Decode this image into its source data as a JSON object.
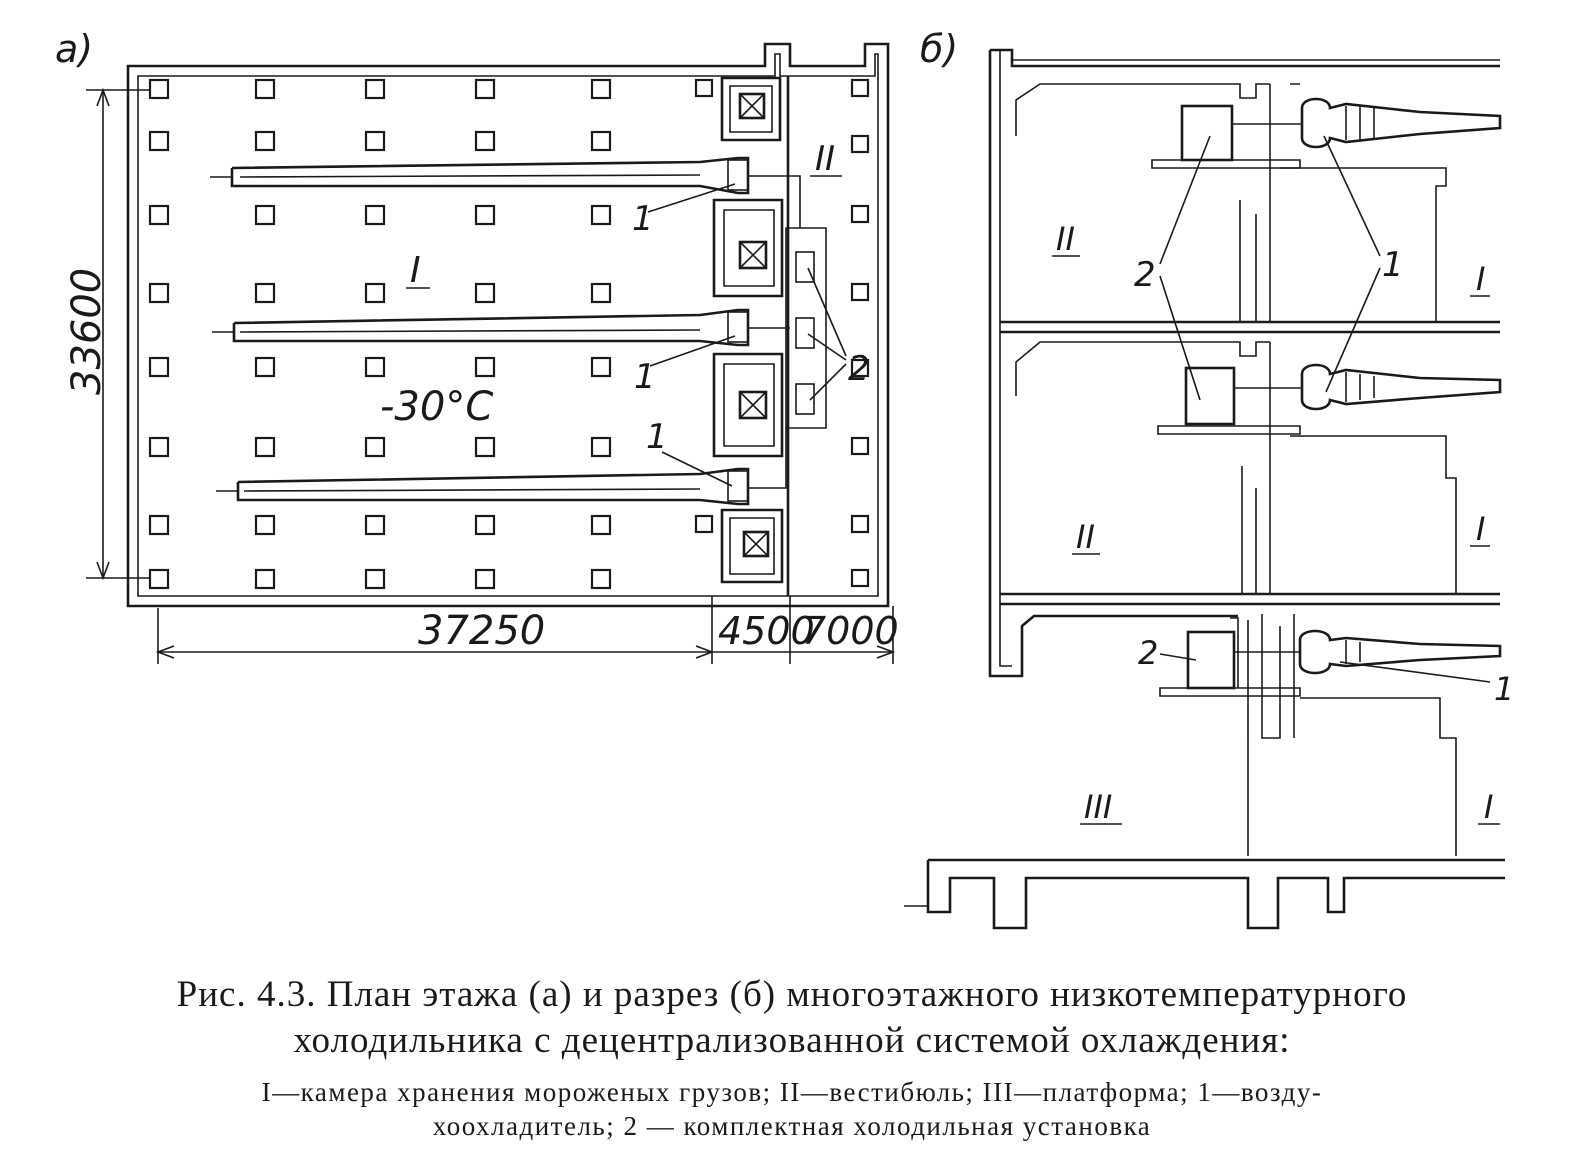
{
  "panel_a": {
    "label": "а)",
    "room_label": "I",
    "vestibule_label": "II",
    "temperature": "-30°C",
    "dim_height": "33600",
    "dim_width_main": "37250",
    "dim_width_mid": "4500",
    "dim_width_right": "7000",
    "callout_cooler": "1",
    "callout_unit": "2"
  },
  "panel_b": {
    "label": "б)",
    "room_I": "I",
    "room_II": "II",
    "room_III": "III",
    "callout_cooler": "1",
    "callout_unit": "2"
  },
  "caption": {
    "title_line1": "Рис. 4.3. План этажа (а) и разрез (б) многоэтажного низкотемпературного",
    "title_line2": "холодильника с децентрализованной системой охлаждения:",
    "legend_line1": "I—камера хранения мороженых грузов; II—вестибюль; III—платформа; 1—возду-",
    "legend_line2": "хоохладитель; 2 — комплектная холодильная установка"
  }
}
